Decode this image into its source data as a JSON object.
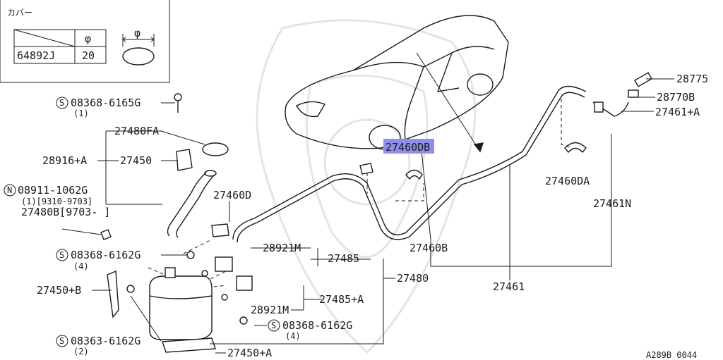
{
  "cover_box": {
    "title": "カバー",
    "phi_header": "φ",
    "part_no": "64892J",
    "phi_value": "20",
    "dim_symbol": "φ"
  },
  "labels": {
    "p28775": "28775",
    "p28770b": "28770B",
    "p27461a": "27461+A",
    "p27460da": "27460DA",
    "p27461n": "27461N",
    "p27460db": "27460DB",
    "p27460b": "27460B",
    "p27461": "27461",
    "p27460d": "27460D",
    "p27480fa": "27480FA",
    "p28916a": "28916+A",
    "p27450": "27450",
    "p28921m_top": "28921M",
    "p27485": "27485",
    "p27480": "27480",
    "p27485a": "27485+A",
    "p28921m_bot": "28921M",
    "p27450b": "27450+B",
    "p27450a": "27450+A",
    "code": "A289B 0044"
  },
  "callouts": {
    "s1": {
      "mark": "S",
      "part": "08368-6165G",
      "qty": "(1)"
    },
    "n1": {
      "mark": "N",
      "part": "08911-1062G",
      "line2": "(1)[9310-9703]",
      "line3": "27480B[9703-    ]"
    },
    "s2": {
      "mark": "S",
      "part": "08368-6162G",
      "qty": "(4)"
    },
    "s3": {
      "mark": "S",
      "part": "08368-6162G",
      "qty": "(4)"
    },
    "s4": {
      "mark": "S",
      "part": "08363-6162G",
      "qty": "(2)"
    }
  },
  "highlight_color": "#8f8fe8"
}
